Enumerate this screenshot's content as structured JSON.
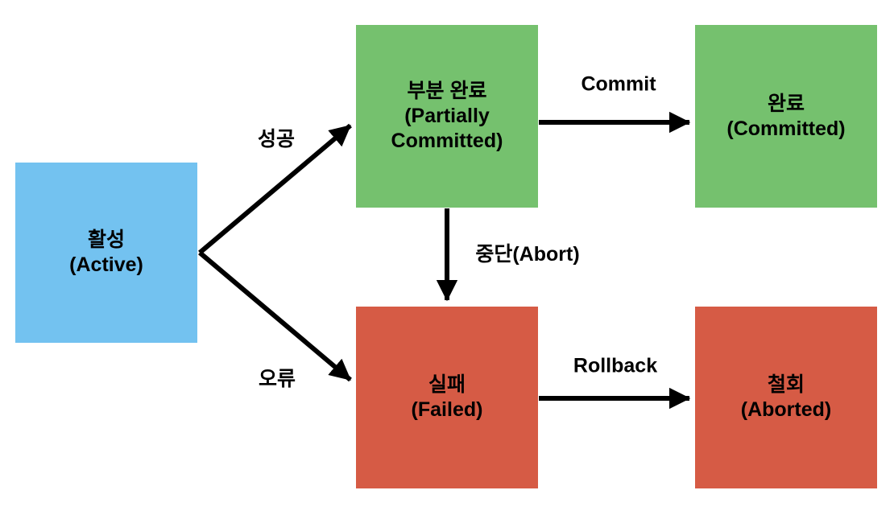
{
  "colors": {
    "active_blue": "#73C2F0",
    "success_green": "#75C16E",
    "fail_red": "#D65B45",
    "arrow_black": "#000000"
  },
  "nodes": {
    "active": {
      "ko": "활성",
      "en": "(Active)"
    },
    "partially_committed": {
      "ko": "부분 완료",
      "en": "(Partially Committed)"
    },
    "committed": {
      "ko": "완료",
      "en": "(Committed)"
    },
    "failed": {
      "ko": "실패",
      "en": "(Failed)"
    },
    "aborted": {
      "ko": "철회",
      "en": "(Aborted)"
    }
  },
  "edges": {
    "success": {
      "label": "성공"
    },
    "error": {
      "label": "오류"
    },
    "commit": {
      "label": "Commit"
    },
    "abort": {
      "label": "중단(Abort)"
    },
    "rollback": {
      "label": "Rollback"
    }
  }
}
